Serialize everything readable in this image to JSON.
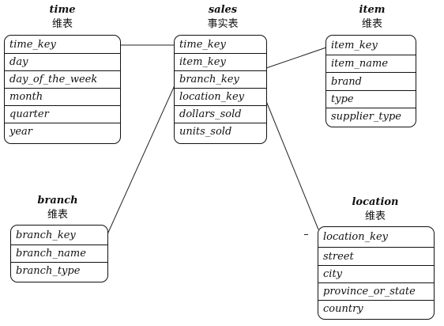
{
  "entities": {
    "time": {
      "name": "time",
      "kind": "维表",
      "fields": [
        "time_key",
        "day",
        "day_of_the_week",
        "month",
        "quarter",
        "year"
      ]
    },
    "sales": {
      "name": "sales",
      "kind": "事实表",
      "fields": [
        "time_key",
        "item_key",
        "branch_key",
        "location_key",
        "dollars_sold",
        "units_sold"
      ]
    },
    "item": {
      "name": "item",
      "kind": "维表",
      "fields": [
        "item_key",
        "item_name",
        "brand",
        "type",
        "supplier_type"
      ]
    },
    "branch": {
      "name": "branch",
      "kind": "维表",
      "fields": [
        "branch_key",
        "branch_name",
        "branch_type"
      ]
    },
    "location": {
      "name": "location",
      "kind": "维表",
      "fields": [
        "location_key",
        "street",
        "city",
        "province_or_state",
        "country"
      ]
    }
  }
}
